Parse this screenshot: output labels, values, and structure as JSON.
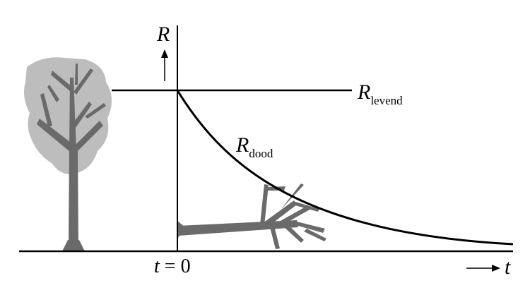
{
  "axes": {
    "y_symbol": "R",
    "x_symbol": "t",
    "origin_t": "t",
    "origin_eq": " = 0"
  },
  "curves": {
    "living": {
      "symbol": "R",
      "subscript": "levend"
    },
    "dead": {
      "symbol": "R",
      "subscript": "dood"
    }
  },
  "colors": {
    "crown": "#bdbdbd",
    "wood": "#6a6a6a",
    "ink": "#000000"
  },
  "icons": {
    "living_tree": "living-tree-icon",
    "fallen_tree": "fallen-tree-icon"
  }
}
